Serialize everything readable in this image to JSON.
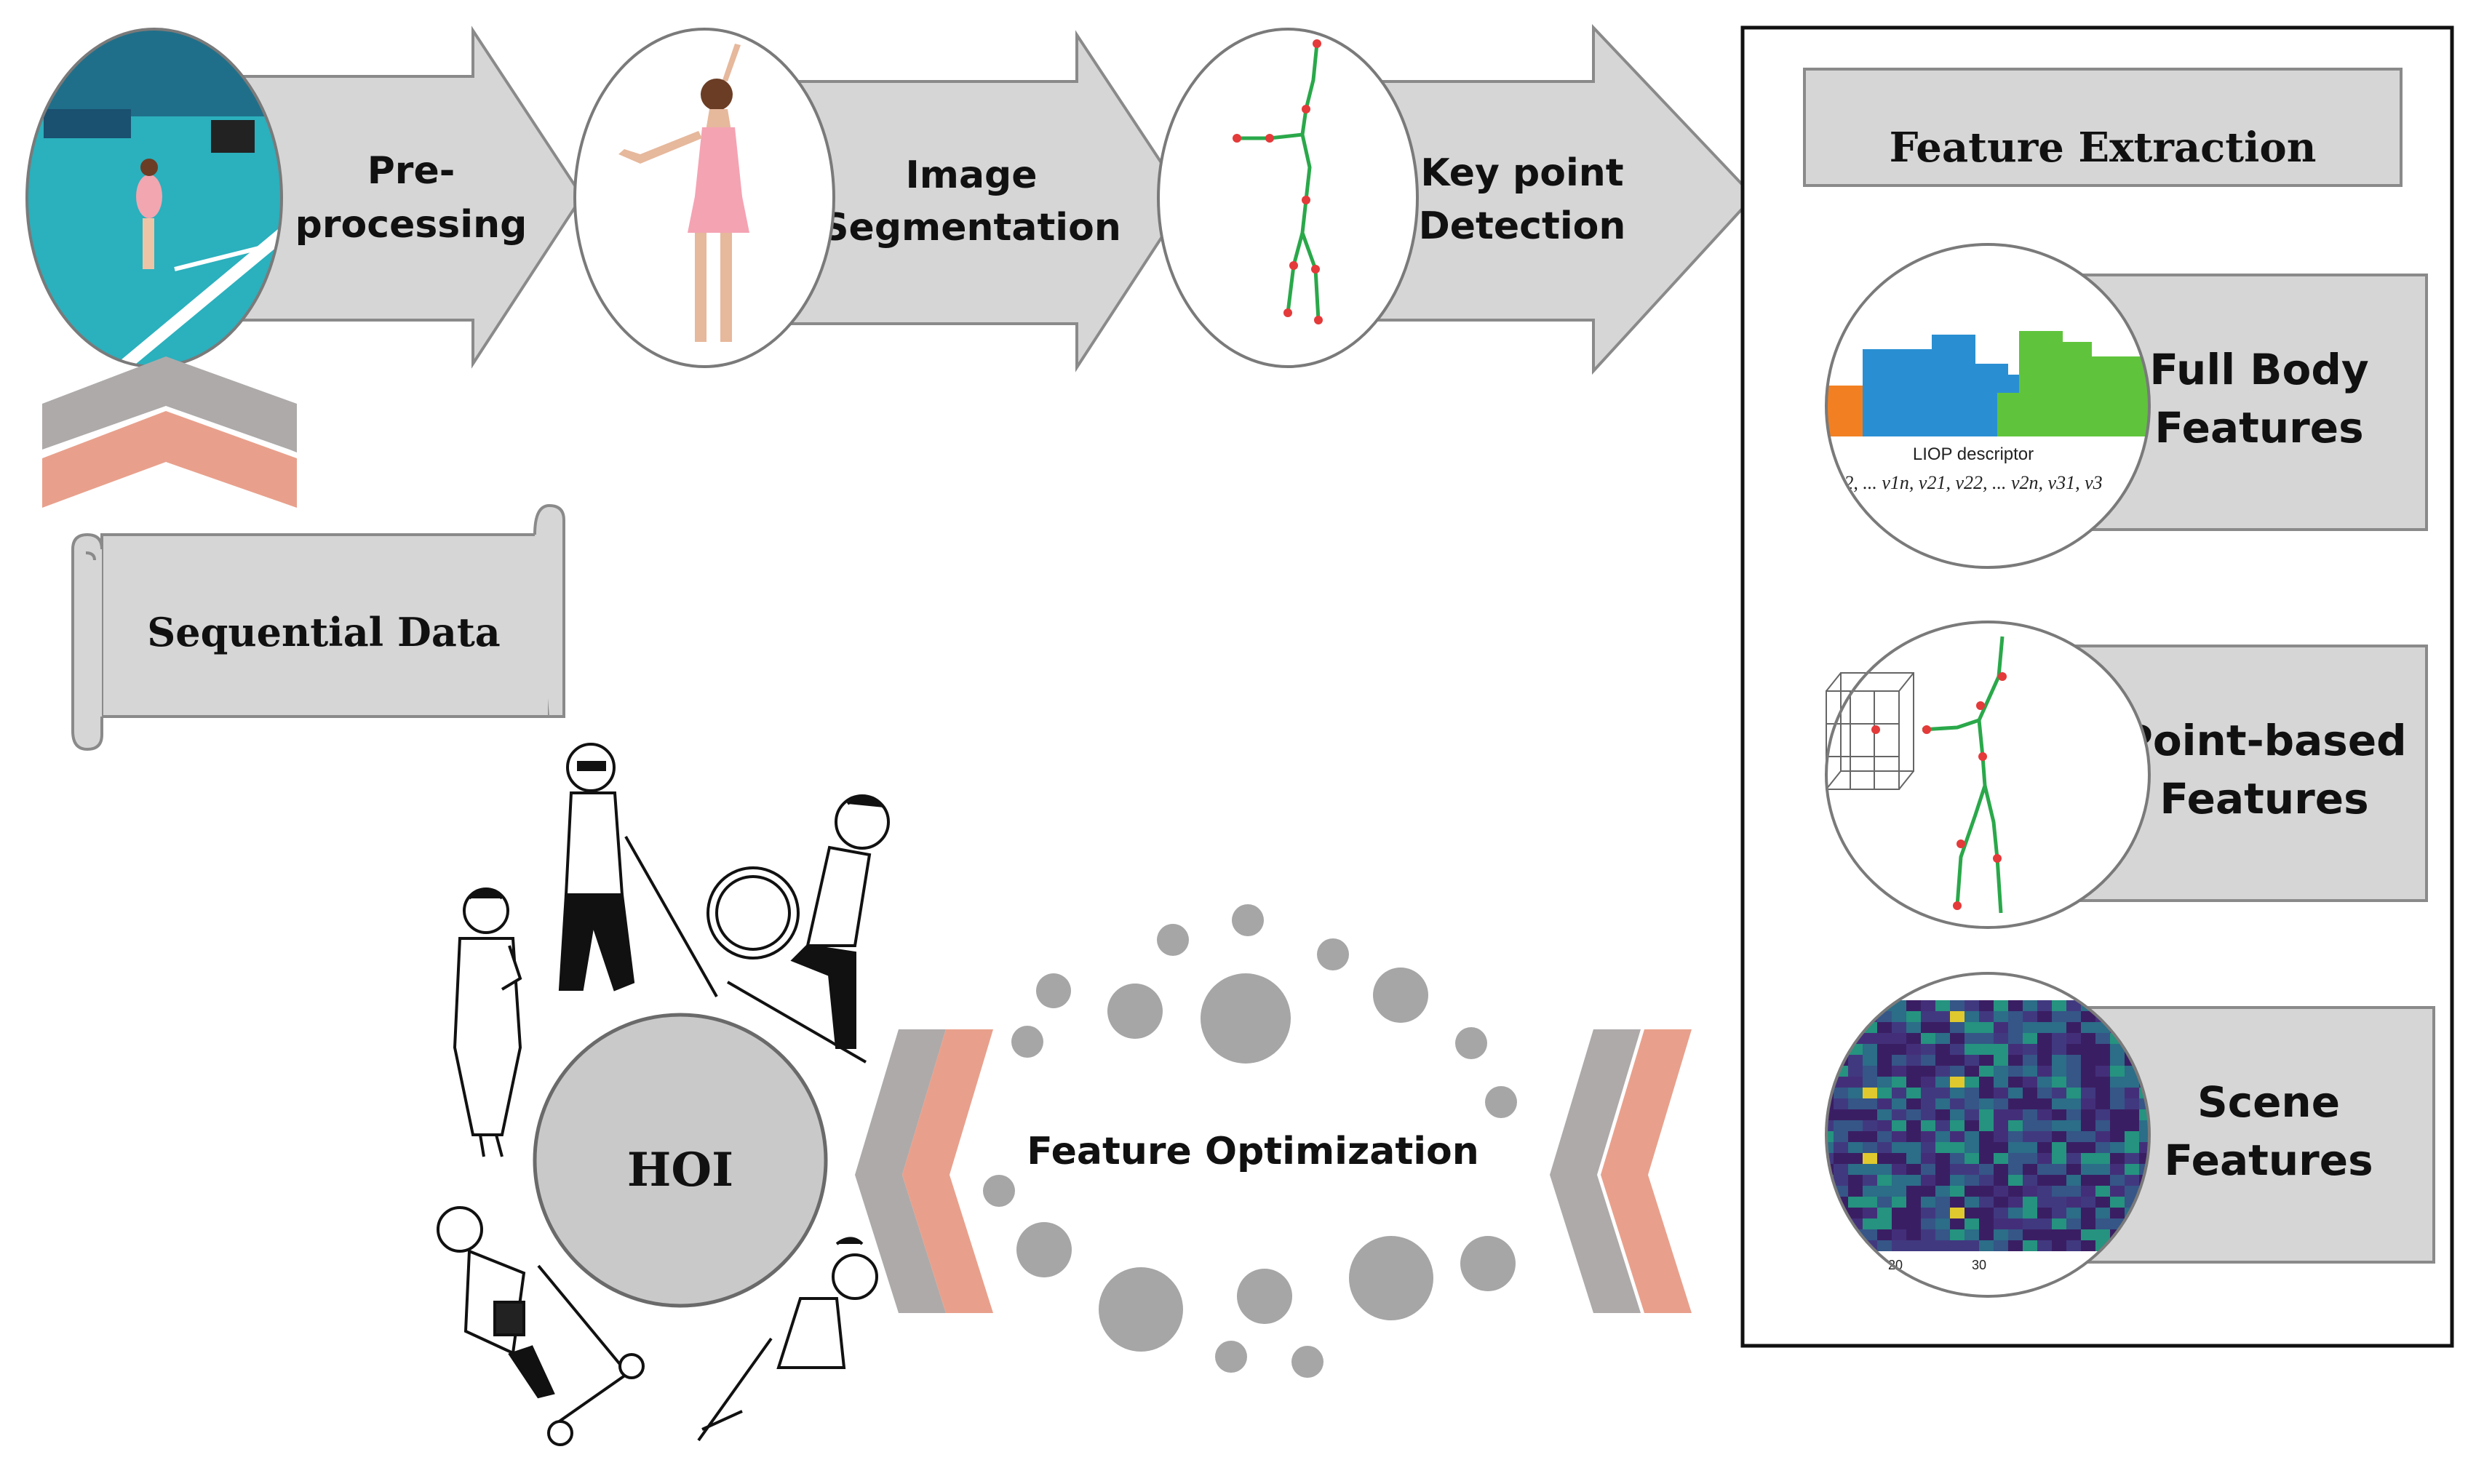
{
  "pipeline": {
    "steps": [
      {
        "label_line1": "Pre-",
        "label_line2": "processing"
      },
      {
        "label_line1": "Image",
        "label_line2": "Segmentation"
      },
      {
        "label_line1": "Key point",
        "label_line2": "Detection"
      }
    ]
  },
  "sequential_data": {
    "label": "Sequential Data"
  },
  "feature_extraction": {
    "title": "Feature Extraction",
    "features": [
      {
        "line1": "Full Body",
        "line2": "Features"
      },
      {
        "line1": "Point-based",
        "line2": "Features"
      },
      {
        "line1": "Scene",
        "line2": "Features"
      }
    ],
    "liop": {
      "label": "LIOP descriptor",
      "formula": "2, ... v1n, v21, v22, ... v2n, v31, v3",
      "bar_colors": [
        "#f28022",
        "#2a8fd2",
        "#5fc43c"
      ]
    },
    "heatmap": {
      "tick_labels": [
        "20",
        "30"
      ]
    }
  },
  "optimization": {
    "label": "Feature Optimization"
  },
  "hoi": {
    "label": "HOI"
  },
  "colors": {
    "arrow_fill": "#d6d6d6",
    "arrow_stroke": "#8a8a8a",
    "chevron_gray": "#aeaaaa",
    "chevron_salmon": "#e8a08c",
    "dot_gray": "#a6a6a6"
  }
}
